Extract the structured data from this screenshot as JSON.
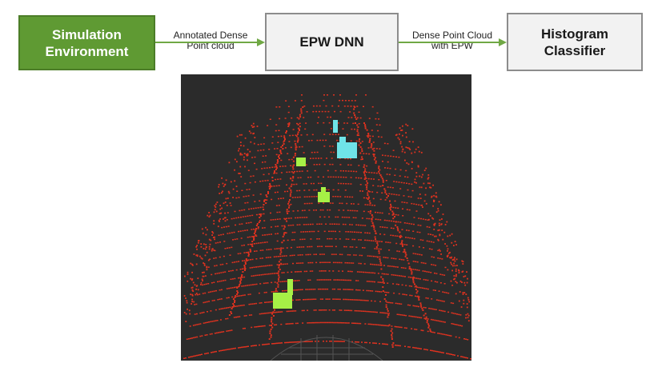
{
  "pipeline": {
    "simulation_box": {
      "line1": "Simulation",
      "line2": "Environment"
    },
    "arrow1_label": {
      "line1": "Annotated Dense",
      "line2": "Point cloud"
    },
    "epw_box": {
      "label": "EPW DNN"
    },
    "arrow2_label": {
      "line1": "Dense Point Cloud",
      "line2": "with  EPW"
    },
    "classifier_box": {
      "line1": "Histogram",
      "line2": "Classifier"
    }
  },
  "colors": {
    "simulation_fill": "#5f9a33",
    "box_fill": "#f2f2f2",
    "arrow": "#70a845",
    "panel_background": "#2b2b2b",
    "ground_points": "#e0321f",
    "object_green": "#a6f046",
    "object_cyan": "#6fe3e8"
  }
}
